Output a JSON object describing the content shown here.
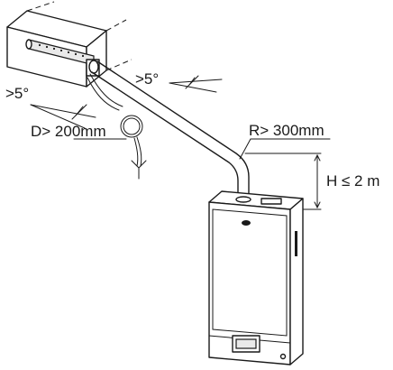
{
  "labels": {
    "angle_upper": ">5°",
    "angle_left": ">5°",
    "loop_diameter": "D> 200mm",
    "bend_radius": "R> 300mm",
    "height_limit": "H ≤ 2 m"
  },
  "colors": {
    "line": "#1a1a1a",
    "background": "#ffffff"
  }
}
